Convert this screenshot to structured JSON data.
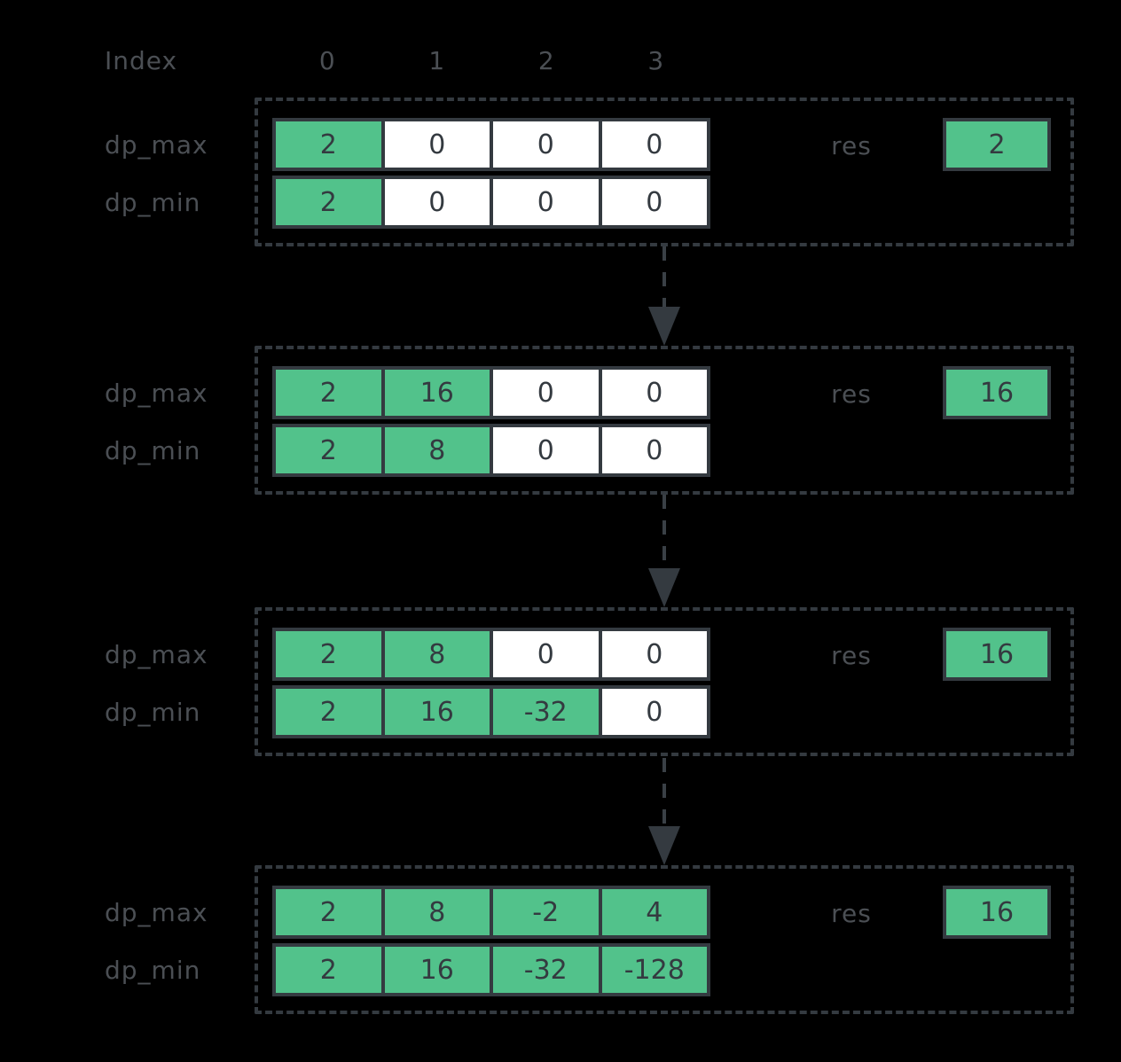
{
  "header": {
    "index_label": "Index",
    "columns": [
      "0",
      "1",
      "2",
      "3"
    ]
  },
  "stages": [
    {
      "rows": [
        {
          "label": "dp_max",
          "values": [
            "2",
            "0",
            "0",
            "0"
          ],
          "fills": [
            "green",
            "white",
            "white",
            "white"
          ]
        },
        {
          "label": "dp_min",
          "values": [
            "2",
            "0",
            "0",
            "0"
          ],
          "fills": [
            "green",
            "white",
            "white",
            "white"
          ]
        }
      ],
      "res_label": "res",
      "res_value": "2"
    },
    {
      "rows": [
        {
          "label": "dp_max",
          "values": [
            "2",
            "16",
            "0",
            "0"
          ],
          "fills": [
            "green",
            "green",
            "white",
            "white"
          ]
        },
        {
          "label": "dp_min",
          "values": [
            "2",
            "8",
            "0",
            "0"
          ],
          "fills": [
            "green",
            "green",
            "white",
            "white"
          ]
        }
      ],
      "res_label": "res",
      "res_value": "16"
    },
    {
      "rows": [
        {
          "label": "dp_max",
          "values": [
            "2",
            "8",
            "0",
            "0"
          ],
          "fills": [
            "green",
            "green",
            "white",
            "white"
          ]
        },
        {
          "label": "dp_min",
          "values": [
            "2",
            "16",
            "-32",
            "0"
          ],
          "fills": [
            "green",
            "green",
            "green",
            "white"
          ]
        }
      ],
      "res_label": "res",
      "res_value": "16"
    },
    {
      "rows": [
        {
          "label": "dp_max",
          "values": [
            "2",
            "8",
            "-2",
            "4"
          ],
          "fills": [
            "green",
            "green",
            "green",
            "green"
          ]
        },
        {
          "label": "dp_min",
          "values": [
            "2",
            "16",
            "-32",
            "-128"
          ],
          "fills": [
            "green",
            "green",
            "green",
            "green"
          ]
        }
      ],
      "res_label": "res",
      "res_value": "16"
    }
  ],
  "colors": {
    "background": "#000000",
    "cell_green": "#52c28b",
    "cell_white": "#ffffff",
    "stroke": "#343a40",
    "label_text": "#4b4f54"
  }
}
